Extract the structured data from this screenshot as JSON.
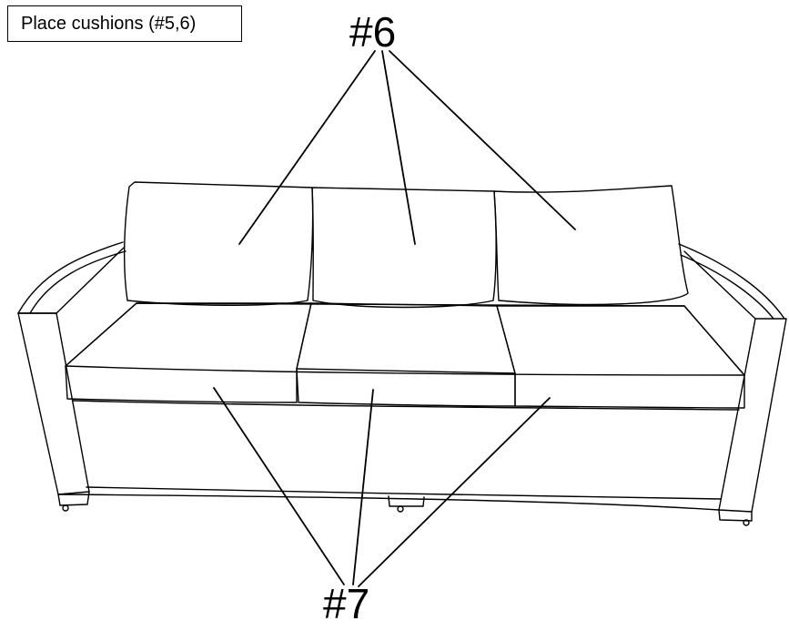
{
  "instruction": {
    "text": "Place cushions (#5,6)"
  },
  "callouts": {
    "back_cushions": "#6",
    "seat_cushions": "#7"
  },
  "colors": {
    "line": "#000000",
    "background": "#ffffff"
  }
}
